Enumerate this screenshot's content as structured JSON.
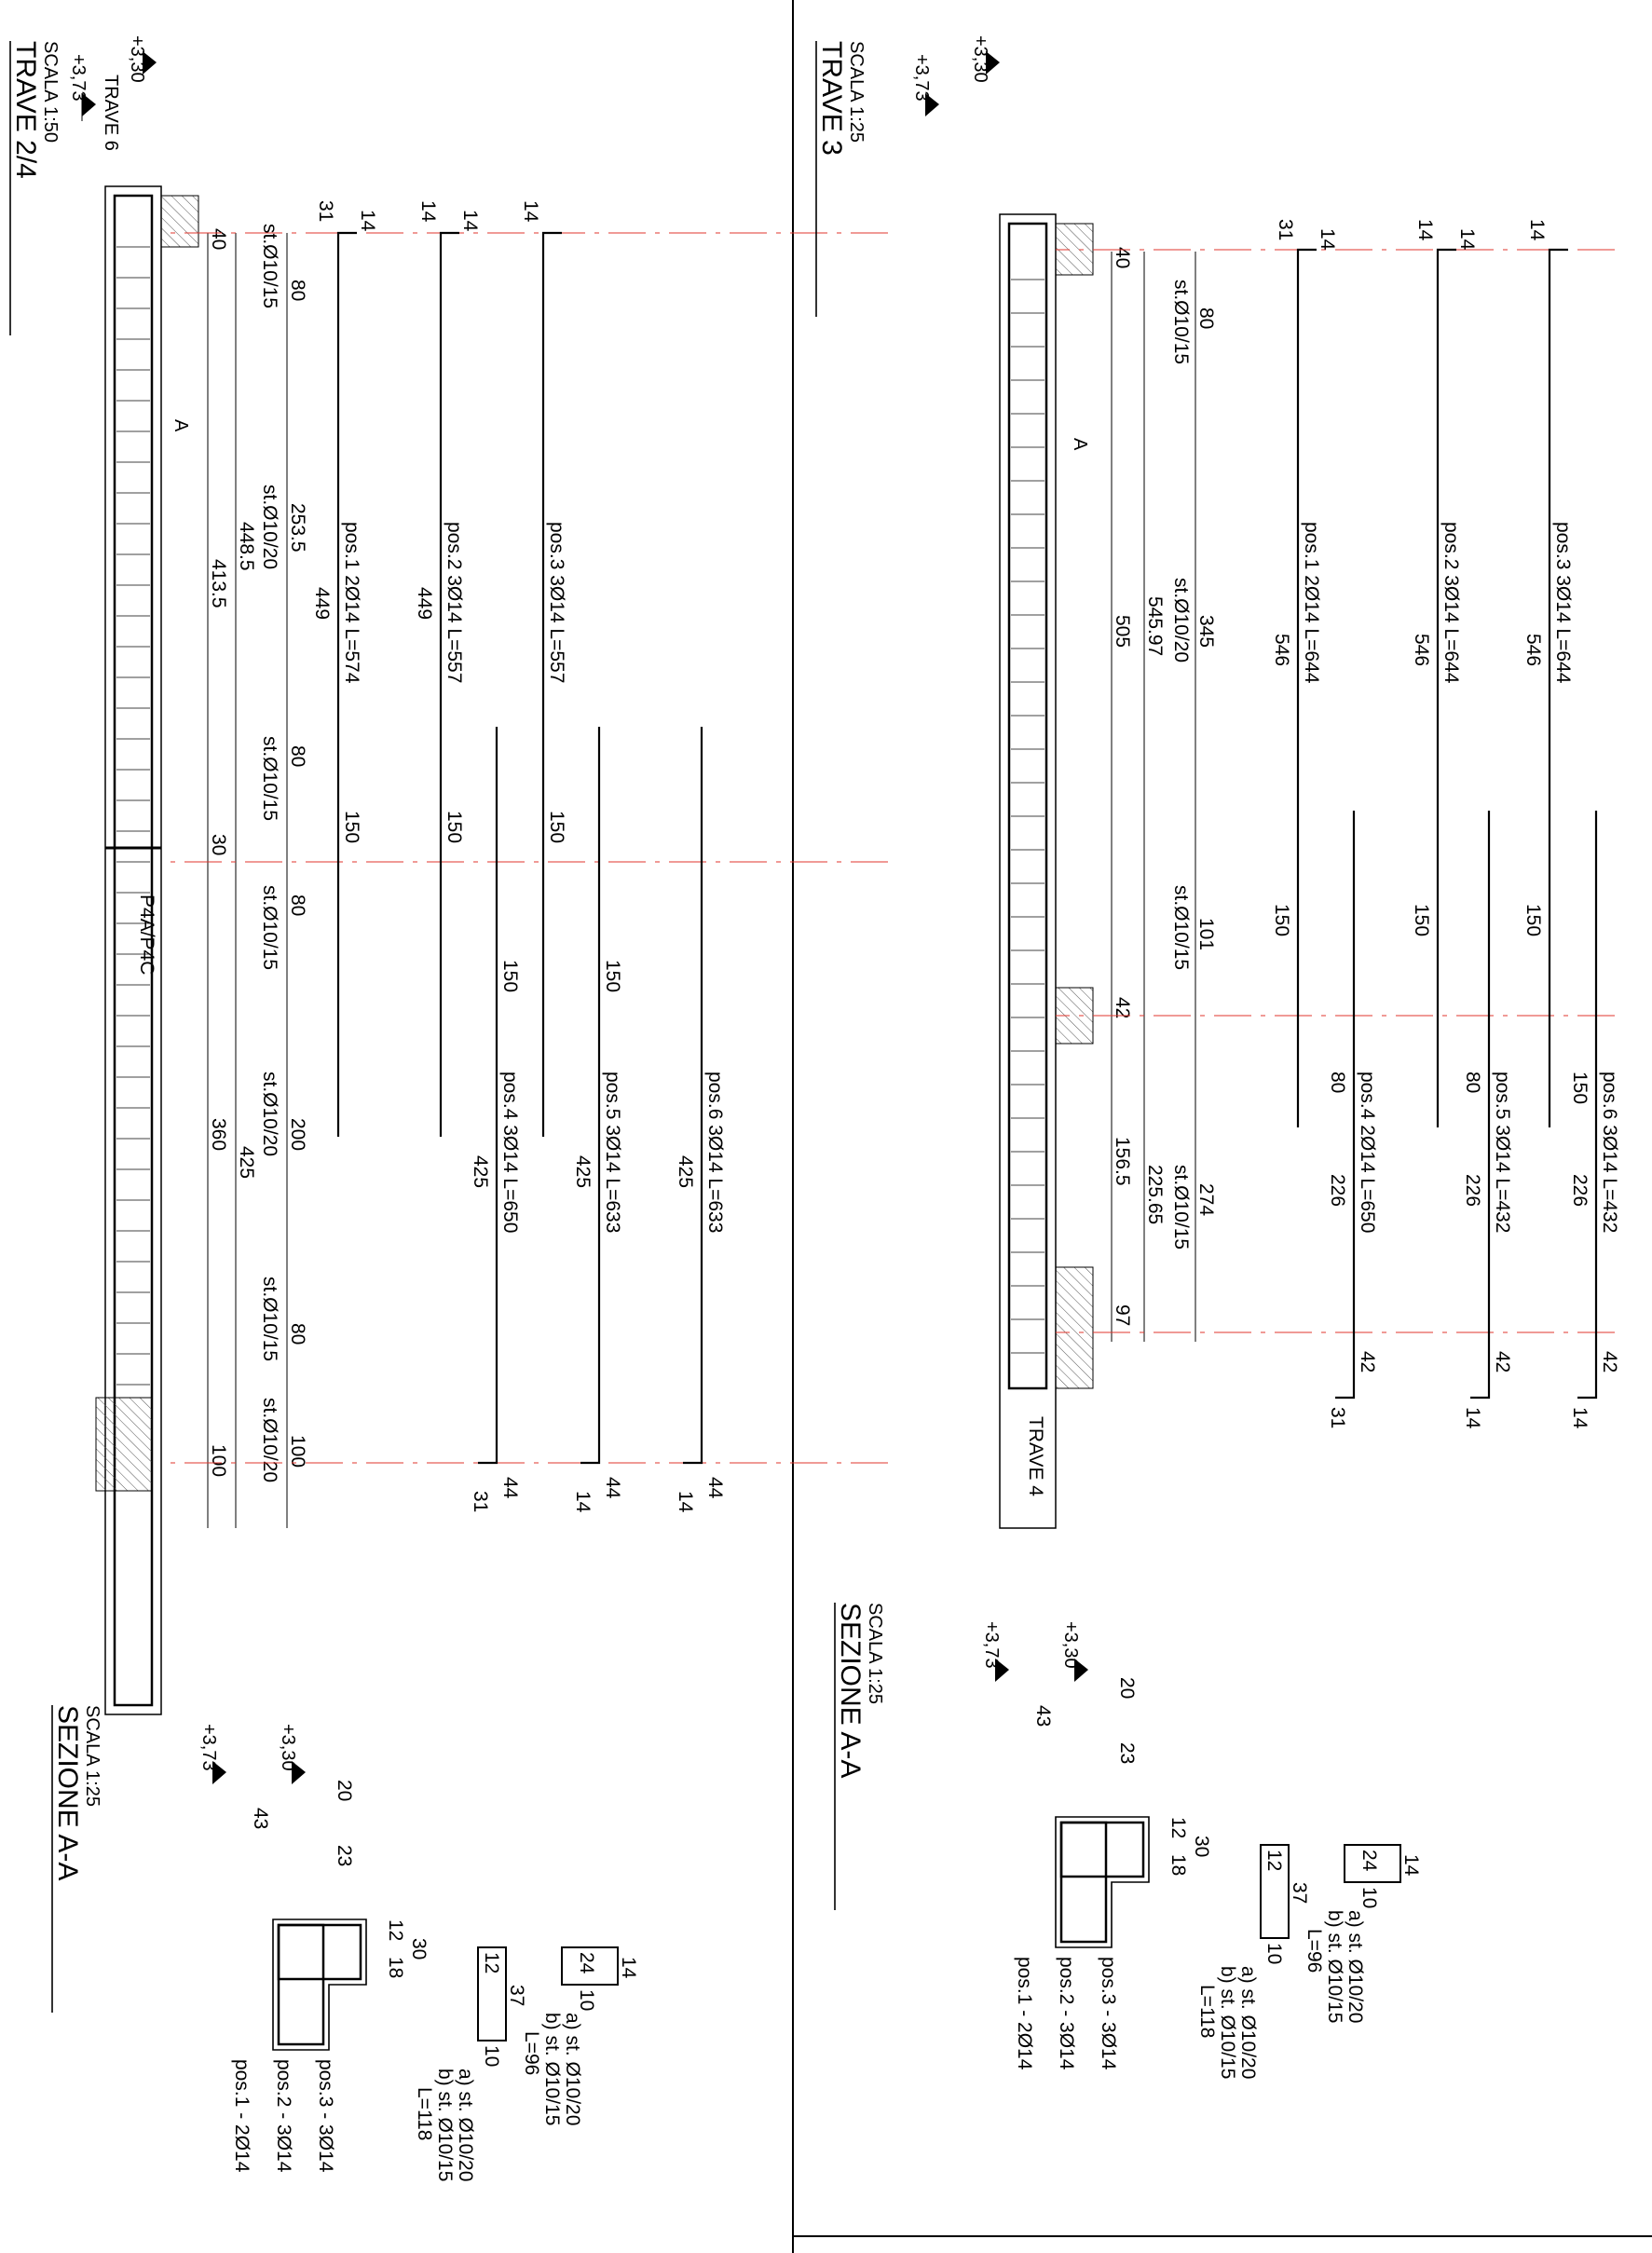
{
  "sheet": {
    "frame_color": "#000000",
    "axis_color": "#e0362c",
    "hatch_color": "#555555"
  },
  "top": {
    "title": "TRAVE  2/4",
    "scale": "SCALA 1:50",
    "level_top": "+3,73",
    "level_bottom": "+3,30",
    "trave_ref": "TRAVE 6",
    "support_dim": "20",
    "support_dim2": "23",
    "pillar_label": "P4A/P4C",
    "section_mark": "A",
    "dims_overall": [
      "40",
      "413.5",
      "30",
      "360",
      "100"
    ],
    "dims_mid": [
      "448.5",
      "425"
    ],
    "stirrups": [
      {
        "len": "80",
        "label": "st.Ø10/15"
      },
      {
        "len": "253.5",
        "label": "st.Ø10/20"
      },
      {
        "len": "80",
        "label": "st.Ø10/15"
      },
      {
        "len": "80",
        "label": "st.Ø10/15"
      },
      {
        "len": "200",
        "label": "st.Ø10/20"
      },
      {
        "len": "80",
        "label": "st.Ø10/15"
      },
      {
        "len": "100",
        "label": "st.Ø10/20"
      }
    ],
    "bars": [
      {
        "pos": "pos.1 2Ø14 L=574",
        "len": "449",
        "hook": "31",
        "hook2": "14",
        "lap": "150"
      },
      {
        "pos": "pos.2 3Ø14 L=557",
        "len": "449",
        "hook": "14",
        "hook2": "14",
        "lap": "150"
      },
      {
        "pos": "pos.3 3Ø14 L=557",
        "len": "",
        "hook": "14",
        "hook2": "",
        "lap": "150"
      },
      {
        "pos": "pos.4 3Ø14 L=650",
        "len": "425",
        "hook": "31",
        "hook2": "44",
        "lap": "150"
      },
      {
        "pos": "pos.5 3Ø14 L=633",
        "len": "425",
        "hook": "14",
        "hook2": "44",
        "lap": "150"
      },
      {
        "pos": "pos.6 3Ø14 L=633",
        "len": "425",
        "hook": "14",
        "hook2": "44",
        "lap": ""
      }
    ]
  },
  "bottom": {
    "title": "TRAVE  3",
    "scale": "SCALA 1:25",
    "level_top": "+3,73",
    "level_bottom": "+3,30",
    "support_dim": "20",
    "support_dim2": "23",
    "trave_ref": "TRAVE 4",
    "section_mark": "A",
    "dims_overall": [
      "40",
      "505",
      "42",
      "156.5",
      "97"
    ],
    "dims_mid": [
      "545.97",
      "225.65"
    ],
    "stirrups": [
      {
        "len": "80",
        "label": "st.Ø10/15"
      },
      {
        "len": "345",
        "label": "st.Ø10/20"
      },
      {
        "len": "101",
        "label": "st.Ø10/15"
      },
      {
        "len": "274",
        "label": "st.Ø10/15"
      }
    ],
    "bars": [
      {
        "pos": "pos.1 2Ø14 L=644",
        "len": "546",
        "hook": "31",
        "hook2": "14",
        "lap": "150"
      },
      {
        "pos": "pos.2 3Ø14 L=644",
        "len": "546",
        "hook": "14",
        "hook2": "14",
        "lap": "150"
      },
      {
        "pos": "pos.3 3Ø14 L=644",
        "len": "546",
        "hook": "14",
        "hook2": "",
        "lap": "150"
      },
      {
        "pos": "pos.4 2Ø14 L=650",
        "len": "226",
        "hook": "31",
        "hook2": "42",
        "lap": "80"
      },
      {
        "pos": "pos.5 3Ø14 L=432",
        "len": "226",
        "hook": "14",
        "hook2": "42",
        "lap": "80"
      },
      {
        "pos": "pos.6 3Ø14 L=432",
        "len": "226",
        "hook": "14",
        "hook2": "42",
        "lap": "150"
      }
    ]
  },
  "sections": [
    {
      "title": "SEZIONE A-A",
      "scale": "SCALA 1:25",
      "level_top": "+3,73",
      "level_bottom": "+3,30",
      "width_total": "43",
      "width_a": "20",
      "width_b": "23",
      "depth_a": "12",
      "depth_b": "18",
      "depth_total": "30",
      "rebar_labels": [
        "pos.1 - 2Ø14",
        "pos.2 - 3Ø14",
        "pos.3 - 3Ø14"
      ],
      "stirrup_a": {
        "w": "37",
        "h": "12",
        "hook": "10",
        "labels": [
          "a) st. Ø10/20",
          "b) st. Ø10/15"
        ],
        "len": "L=118"
      },
      "stirrup_b": {
        "w": "14",
        "h": "24",
        "hook": "10",
        "labels": [
          "a) st. Ø10/20",
          "b) st. Ø10/15"
        ],
        "len": "L=96"
      }
    },
    {
      "title": "SEZIONE A-A",
      "scale": "SCALA 1:25",
      "level_top": "+3,73",
      "level_bottom": "+3,30",
      "width_total": "43",
      "width_a": "20",
      "width_b": "23",
      "depth_a": "12",
      "depth_b": "18",
      "depth_total": "30",
      "rebar_labels": [
        "pos.1 - 2Ø14",
        "pos.2 - 3Ø14",
        "pos.3 - 3Ø14"
      ],
      "stirrup_a": {
        "w": "37",
        "h": "12",
        "hook": "10",
        "labels": [
          "a) st. Ø10/20",
          "b) st. Ø10/15"
        ],
        "len": "L=118"
      },
      "stirrup_b": {
        "w": "14",
        "h": "24",
        "hook": "10",
        "labels": [
          "a) st. Ø10/20",
          "b) st. Ø10/15"
        ],
        "len": "L=96"
      }
    }
  ]
}
